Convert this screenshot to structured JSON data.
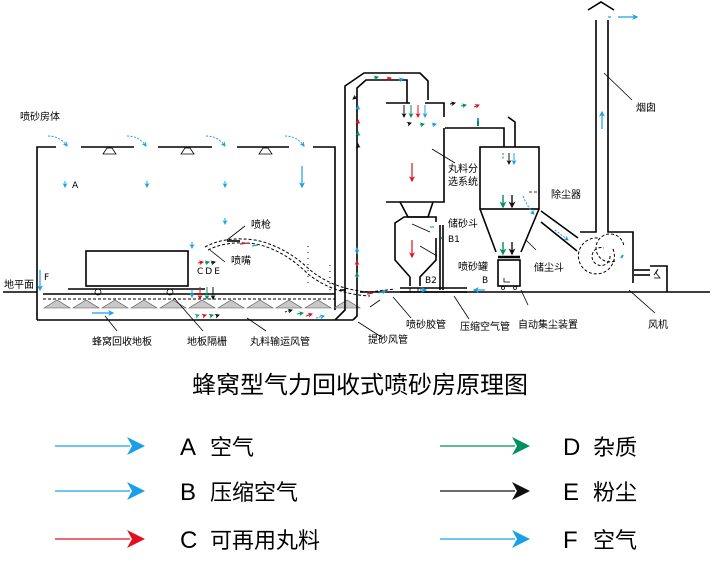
{
  "title": "蜂窝型气力回收式喷砂房原理图",
  "colors": {
    "air": "#1aa0e6",
    "compressed_air": "#1aa0e6",
    "shot": "#e01020",
    "impurity": "#009060",
    "dust": "#101010",
    "air_f": "#1aa0e6",
    "line": "#000000",
    "floor_fill": "#c8c8c8"
  },
  "labels": {
    "room_body": "喷砂房体",
    "ground": "地平面",
    "gun": "喷枪",
    "nozzle": "喷嘴",
    "honeycomb_floor": "蜂窝回收地板",
    "floor_grating": "地板隔栅",
    "shot_conveying_duct": "丸料输运风管",
    "lift_duct": "提砂风管",
    "blast_hose": "喷砂胶管",
    "compressed_air_pipe": "压缩空气管",
    "auto_dust_collector": "自动集尘装置",
    "fan": "风机",
    "chimney": "烟囱",
    "separator_line1": "丸料分",
    "separator_line2": "选系统",
    "storage_hopper": "储砂斗",
    "blast_tank": "喷砂罐",
    "dust_filter": "除尘器",
    "dust_hopper": "储尘斗",
    "marker_a": "A",
    "marker_f": "F",
    "marker_cde": "CDE",
    "marker_b": "B",
    "marker_b1": "B1",
    "marker_b2": "B2"
  },
  "legend": [
    {
      "key": "A",
      "text": "空气",
      "color": "#1aa0e6"
    },
    {
      "key": "B",
      "text": "压缩空气",
      "color": "#1aa0e6"
    },
    {
      "key": "C",
      "text": "可再用丸料",
      "color": "#e01020"
    },
    {
      "key": "D",
      "text": "杂质",
      "color": "#009060"
    },
    {
      "key": "E",
      "text": "粉尘",
      "color": "#101010"
    },
    {
      "key": "F",
      "text": "空气",
      "color": "#1aa0e6"
    }
  ]
}
